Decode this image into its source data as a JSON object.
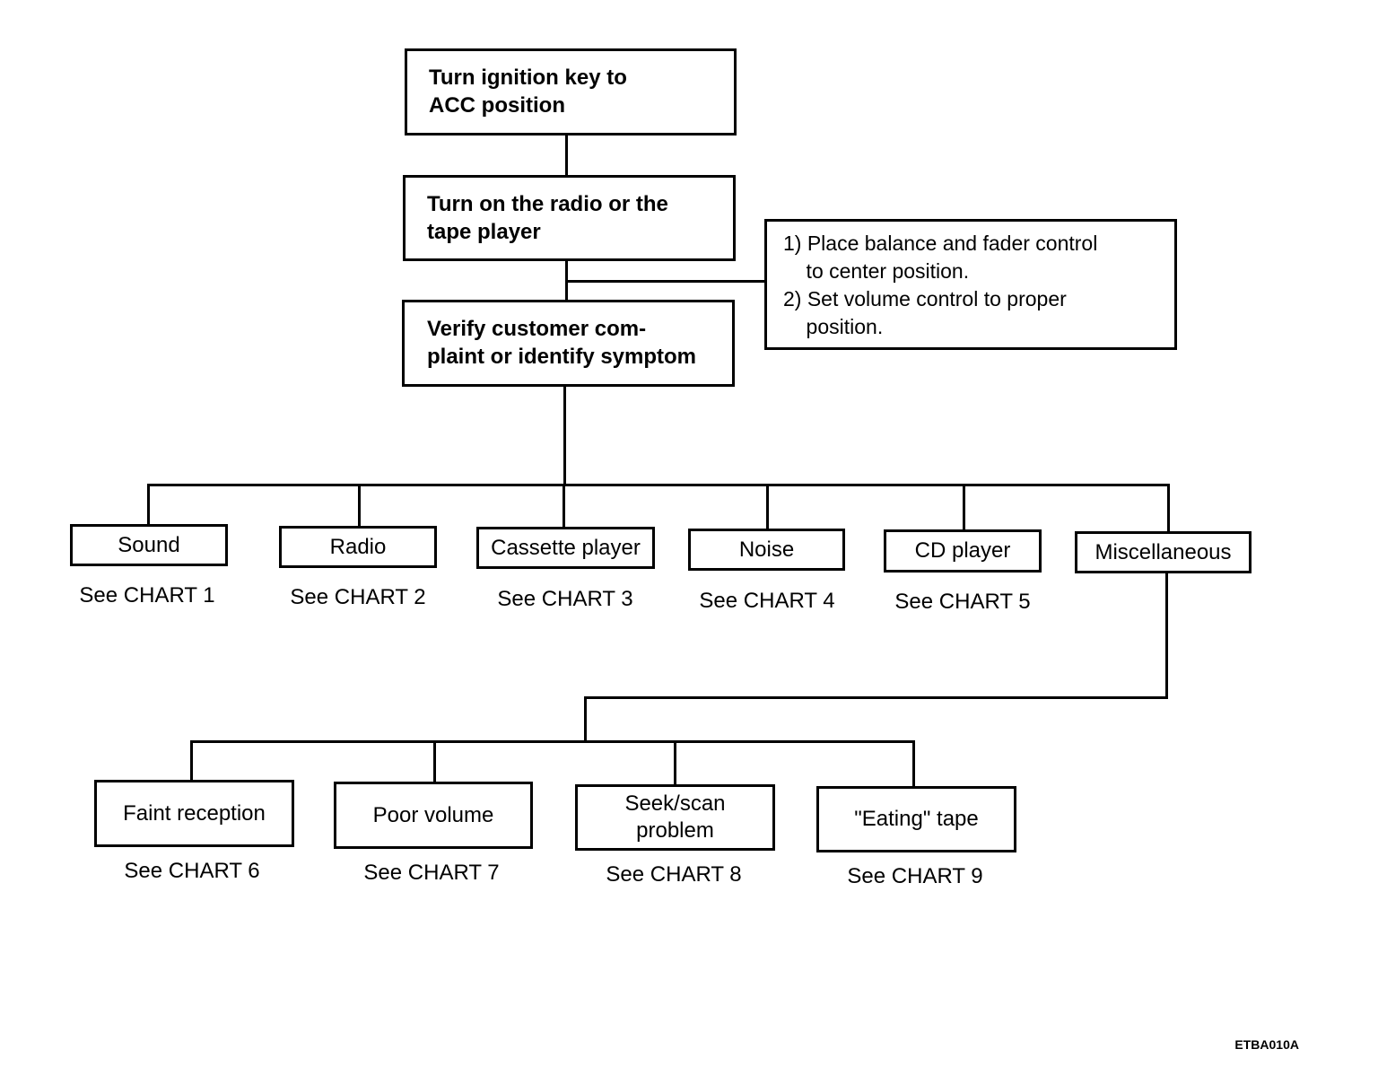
{
  "steps": [
    {
      "text": "Turn ignition key to\nACC position"
    },
    {
      "text": "Turn on the radio or the\ntape player"
    },
    {
      "text": "Verify customer com-\nplaint  or identify symptom"
    }
  ],
  "note": {
    "lines": [
      "1) Place balance and fader control",
      "    to center position.",
      "2) Set volume control to proper",
      "    position."
    ]
  },
  "categories": [
    {
      "label": "Sound",
      "ref": "See CHART 1"
    },
    {
      "label": "Radio",
      "ref": "See CHART 2"
    },
    {
      "label": "Cassette player",
      "ref": "See CHART 3"
    },
    {
      "label": "Noise",
      "ref": "See CHART 4"
    },
    {
      "label": "CD player",
      "ref": "See CHART 5"
    },
    {
      "label": "Miscellaneous"
    }
  ],
  "misc_items": [
    {
      "label": "Faint reception",
      "ref": "See CHART 6"
    },
    {
      "label": "Poor volume",
      "ref": "See CHART 7"
    },
    {
      "label": "Seek/scan\nproblem",
      "ref": "See CHART 8"
    },
    {
      "label": "\"Eating\" tape",
      "ref": "See CHART 9"
    }
  ],
  "figure_code": "ETBA010A"
}
